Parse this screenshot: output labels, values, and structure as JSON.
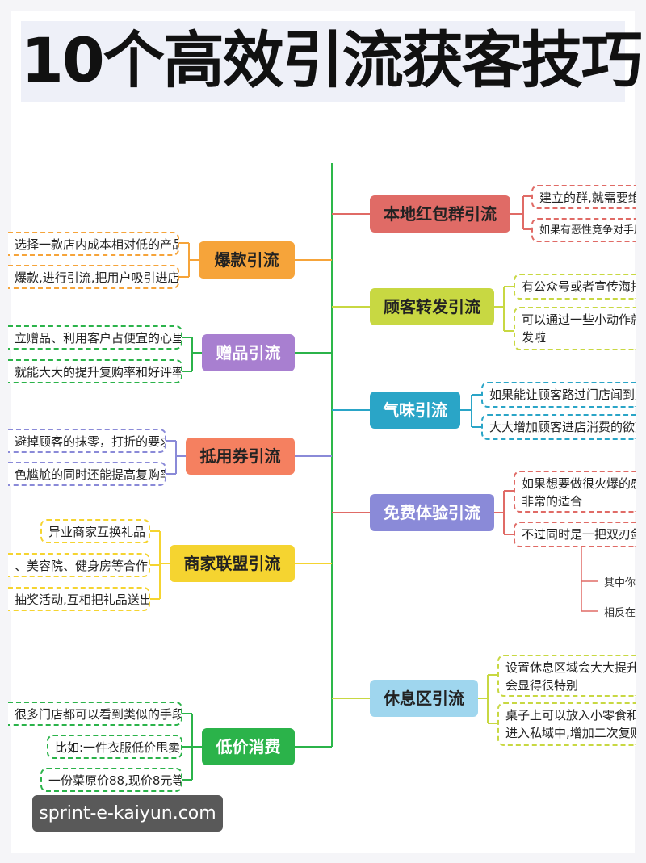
{
  "title": "10个高效引流获客技巧",
  "colors": {
    "spine": "#2db84a",
    "orange": "#f6a43a",
    "purple": "#a87fd0",
    "salmon": "#f58060",
    "yellow": "#f5d430",
    "green": "#2bb34a",
    "red": "#e06b66",
    "lime": "#c8d842",
    "teal": "#2aa5c7",
    "violet": "#8a8ad8",
    "skyblue": "#9fd6ee"
  },
  "left": [
    {
      "label": "爆款引流",
      "leaves": [
        "选择一款店内成本相对低的产品",
        "爆款,进行引流,把用户吸引进店"
      ]
    },
    {
      "label": "赠品引流",
      "leaves": [
        "立赠品、利用客户占便宜的心里",
        "就能大大的提升复购率和好评率"
      ]
    },
    {
      "label": "抵用券引流",
      "leaves": [
        "避掉顾客的抹零，打折的要求",
        "色尴尬的同时还能提高复购率"
      ]
    },
    {
      "label": "商家联盟引流",
      "leaves": [
        "异业商家互换礼品",
        "、美容院、健身房等合作",
        "抽奖活动,互相把礼品送出"
      ]
    },
    {
      "label": "低价消费",
      "leaves": [
        "很多门店都可以看到类似的手段",
        "比如:一件衣服低价甩卖",
        "一份菜原价88,现价8元等"
      ]
    }
  ],
  "right": [
    {
      "label": "本地红包群引流",
      "leaves": [
        "建立的群,就需要维",
        "如果有恶性竞争对手朋"
      ]
    },
    {
      "label": "顾客转发引流",
      "leaves": [
        "有公众号或者宣传海报",
        "可以通过一些小动作就\n发啦"
      ]
    },
    {
      "label": "气味引流",
      "leaves": [
        "如果能让顾客路过门店闻到后",
        "大大增加顾客进店消费的欲望"
      ]
    },
    {
      "label": "免费体验引流",
      "leaves": [
        "如果想要做很火爆的感\n非常的适合",
        "不过同时是一把双刃剑"
      ],
      "subs": [
        "其中你",
        "相反在"
      ]
    },
    {
      "label": "休息区引流",
      "leaves": [
        "设置休息区域会大大提升\n会显得很特别",
        "桌子上可以放入小零食和\n进入私域中,增加二次复购"
      ]
    }
  ],
  "watermark": "sprint-e-kaiyun.com"
}
